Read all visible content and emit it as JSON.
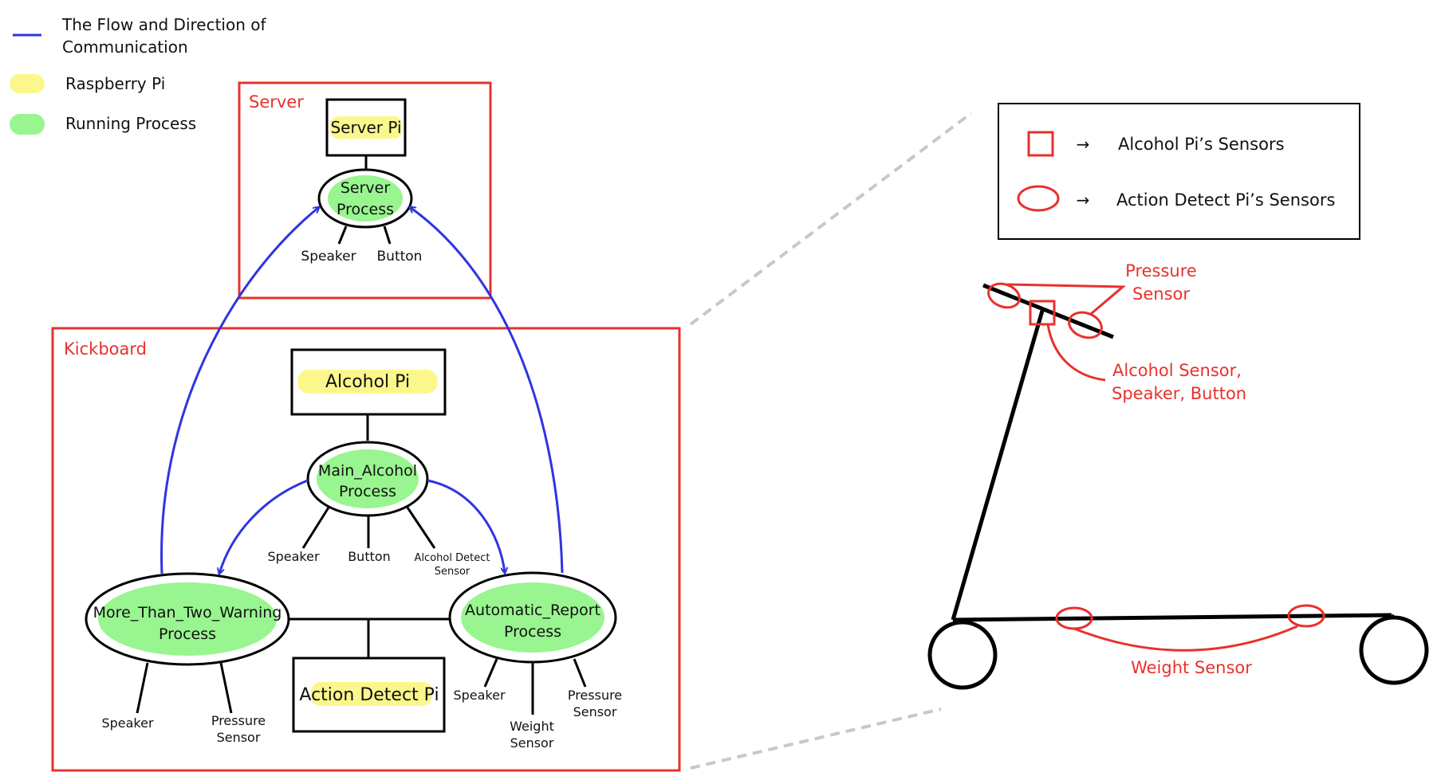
{
  "legend": {
    "flow_line_label_1": "The Flow and Direction of",
    "flow_line_label_2": "Communication",
    "raspberry_pi_label": "Raspberry Pi",
    "running_process_label": "Running Process"
  },
  "server": {
    "region_label": "Server",
    "pi_label": "Server Pi",
    "process_label_1": "Server",
    "process_label_2": "Process",
    "sensor_speaker": "Speaker",
    "sensor_button": "Button"
  },
  "kickboard": {
    "region_label": "Kickboard",
    "alcohol_pi_label": "Alcohol Pi",
    "main_process_label_1": "Main_Alcohol",
    "main_process_label_2": "Process",
    "main_sensor_speaker": "Speaker",
    "main_sensor_button": "Button",
    "main_sensor_alcohol_1": "Alcohol Detect",
    "main_sensor_alcohol_2": "Sensor",
    "warning_process_label_1": "More_Than_Two_Warning",
    "warning_process_label_2": "Process",
    "warning_sensor_speaker": "Speaker",
    "warning_sensor_pressure_1": "Pressure",
    "warning_sensor_pressure_2": "Sensor",
    "report_process_label_1": "Automatic_Report",
    "report_process_label_2": "Process",
    "report_sensor_speaker": "Speaker",
    "report_sensor_weight_1": "Weight",
    "report_sensor_weight_2": "Sensor",
    "report_sensor_pressure_1": "Pressure",
    "report_sensor_pressure_2": "Sensor",
    "action_pi_label": "Action Detect Pi"
  },
  "sensor_legend": {
    "arrow_glyph": "→",
    "square_label": "Alcohol Pi’s Sensors",
    "ellipse_label": "Action Detect Pi’s Sensors"
  },
  "scooter": {
    "pressure_label_1": "Pressure",
    "pressure_label_2": "Sensor",
    "alcohol_label_1": "Alcohol Sensor,",
    "alcohol_label_2": "Speaker, Button",
    "weight_label": "Weight Sensor"
  },
  "colors": {
    "region_red": "#e8312c",
    "flow_blue": "#2f35e0",
    "pi_yellow": "#fcf78c",
    "process_green": "#98f590",
    "leader_gray": "#c8c8c8"
  }
}
